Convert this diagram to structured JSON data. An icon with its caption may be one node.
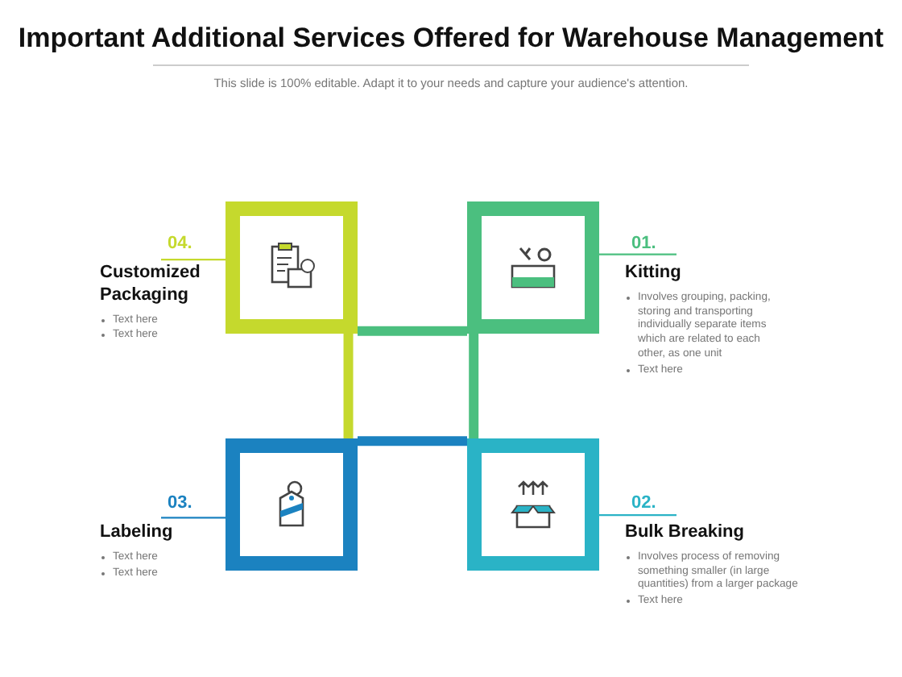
{
  "diagram": {
    "title": "Important Additional Services Offered for Warehouse Management",
    "caption": "This slide is 100% editable. Adapt it to your needs and capture your audience's attention.",
    "nodes": [
      {
        "text": [
          "04.",
          "Customized Packaging",
          "Text here",
          "Text here"
        ]
      },
      {
        "text": [],
        "shape": "box"
      },
      {
        "text": [],
        "shape": "box"
      },
      {
        "text": [
          "01.",
          "Kitting",
          "Involves grouping, packing, storing and transporting individually separate items which are related to each other, as one unit",
          "Text here"
        ]
      },
      {
        "text": [
          "03.",
          "Labeling",
          "Text here",
          "Text here"
        ]
      },
      {
        "text": [],
        "shape": "box"
      },
      {
        "text": [],
        "shape": "box"
      },
      {
        "text": [
          "02.",
          "Bulk Breaking",
          "Involves process of removing something smaller (in large quantities) from a larger package",
          "Text here"
        ]
      }
    ],
    "edges": [
      {
        "from": 0,
        "to": 1,
        "arrow": "none",
        "color": "#c5d92d"
      },
      {
        "from": 1,
        "to": 2,
        "arrow": "none",
        "style": "thick",
        "color": "#4bbf7f"
      },
      {
        "from": 1,
        "to": 5,
        "arrow": "none",
        "style": "thick",
        "color": "#c5d92d"
      },
      {
        "from": 2,
        "to": 3,
        "arrow": "none",
        "color": "#4bbf7f"
      },
      {
        "from": 2,
        "to": 6,
        "arrow": "none",
        "style": "thick",
        "color": "#4bbf7f"
      },
      {
        "from": 5,
        "to": 6,
        "arrow": "none",
        "style": "thick",
        "color": "#1b82c0"
      },
      {
        "from": 4,
        "to": 5,
        "arrow": "none",
        "color": "#1b82c0"
      },
      {
        "from": 6,
        "to": 7,
        "arrow": "none",
        "color": "#2ab3c6"
      }
    ]
  }
}
